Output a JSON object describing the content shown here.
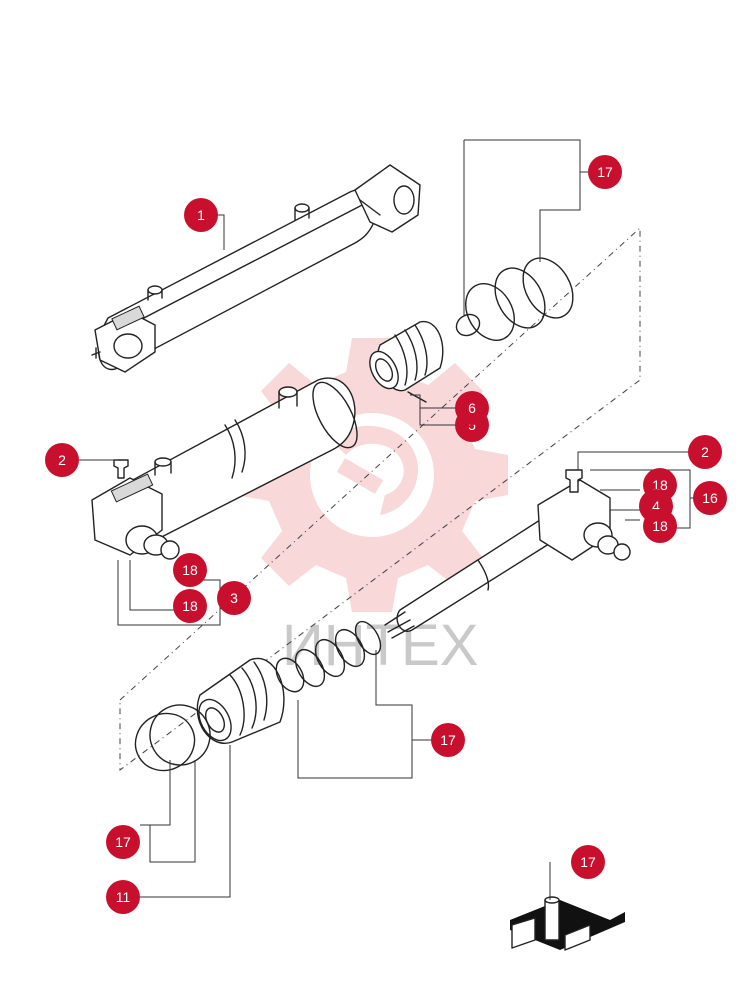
{
  "colors": {
    "badge": "#c8102e",
    "watermark": "#f3b9b9",
    "line": "#222222"
  },
  "watermark": {
    "text": "ИНТЕХ"
  },
  "callouts": [
    {
      "id": "c1",
      "label": "1"
    },
    {
      "id": "c2a",
      "label": "2"
    },
    {
      "id": "c2b",
      "label": "2"
    },
    {
      "id": "c3",
      "label": "3"
    },
    {
      "id": "c4",
      "label": "4"
    },
    {
      "id": "c5",
      "label": "5"
    },
    {
      "id": "c6",
      "label": "6"
    },
    {
      "id": "c11",
      "label": "11"
    },
    {
      "id": "c16",
      "label": "16"
    },
    {
      "id": "c17a",
      "label": "17"
    },
    {
      "id": "c17b",
      "label": "17"
    },
    {
      "id": "c17c",
      "label": "17"
    },
    {
      "id": "c17d",
      "label": "17"
    },
    {
      "id": "c18a",
      "label": "18"
    },
    {
      "id": "c18b",
      "label": "18"
    },
    {
      "id": "c18c",
      "label": "18"
    },
    {
      "id": "c18d",
      "label": "18"
    }
  ]
}
